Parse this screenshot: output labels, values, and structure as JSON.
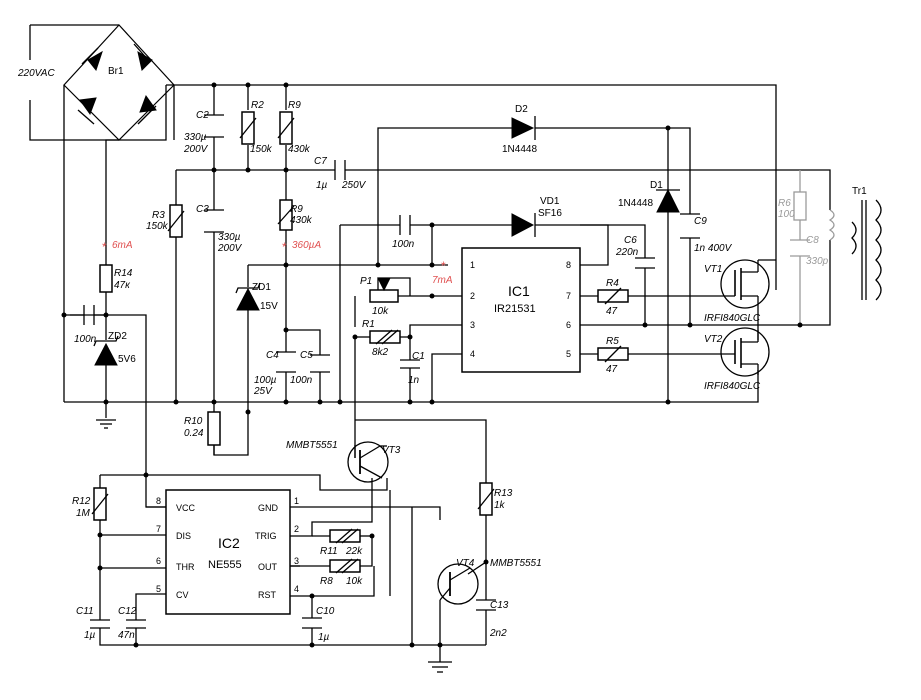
{
  "labels": {
    "mains": "220VAC",
    "br1": "Br1",
    "tr1": "Tr1",
    "ic1": {
      "ref": "IC1",
      "name": "IR21531",
      "pins": [
        "1",
        "2",
        "3",
        "4",
        "8",
        "7",
        "6",
        "5"
      ]
    },
    "ic2": {
      "ref": "IC2",
      "name": "NE555",
      "left_pins": [
        {
          "num": "8",
          "name": "VCC"
        },
        {
          "num": "7",
          "name": "DIS"
        },
        {
          "num": "6",
          "name": "THR"
        },
        {
          "num": "5",
          "name": "CV"
        }
      ],
      "right_pins": [
        {
          "num": "1",
          "name": "GND"
        },
        {
          "num": "2",
          "name": "TRIG"
        },
        {
          "num": "3",
          "name": "OUT"
        },
        {
          "num": "4",
          "name": "RST"
        }
      ]
    },
    "c2": {
      "ref": "C2",
      "val1": "330µ",
      "val2": "200V"
    },
    "r2": {
      "ref": "R2",
      "val": "150k"
    },
    "r9a": {
      "ref": "R9",
      "val": "430k"
    },
    "c7": {
      "ref": "C7",
      "val1": "1µ",
      "val2": "250V"
    },
    "d2": {
      "ref": "D2",
      "val": "1N4448"
    },
    "d1": {
      "ref": "D1",
      "val": "1N4448"
    },
    "r3": {
      "ref": "R3",
      "val": "150k"
    },
    "c3": {
      "ref": "C3",
      "val1": "330µ",
      "val2": "200V"
    },
    "r9b": {
      "ref": "R9",
      "val": "430k"
    },
    "c_100n_top": {
      "val": "100n"
    },
    "vd1": {
      "ref": "VD1",
      "val": "SF16"
    },
    "c6": {
      "ref": "C6",
      "val": "220n"
    },
    "c9": {
      "ref": "C9",
      "val": "1n 400V"
    },
    "r6": {
      "ref": "R6",
      "val": "100"
    },
    "c8": {
      "ref": "C8",
      "val": "330p"
    },
    "vt1": {
      "ref": "VT1",
      "val": "IRFI840GLC"
    },
    "vt2": {
      "ref": "VT2",
      "val": "IRFI840GLC"
    },
    "r4": {
      "ref": "R4",
      "val": "47"
    },
    "r5": {
      "ref": "R5",
      "val": "47"
    },
    "p1": {
      "ref": "P1",
      "val": "10k"
    },
    "r1": {
      "ref": "R1",
      "val": "8k2"
    },
    "c1": {
      "ref": "C1",
      "val": "1n"
    },
    "zd1": {
      "ref": "ZD1",
      "val": "15V"
    },
    "c4": {
      "ref": "C4",
      "val1": "100µ",
      "val2": "25V"
    },
    "c5": {
      "ref": "C5",
      "val": "100n"
    },
    "r14": {
      "ref": "R14",
      "val": "47к"
    },
    "zd2": {
      "ref": "ZD2",
      "val": "5V6"
    },
    "c_100n_left": {
      "val": "100n"
    },
    "r10": {
      "ref": "R10",
      "val": "0.24"
    },
    "vt3": {
      "ref": "VT3",
      "val": "MMBT5551"
    },
    "vt4": {
      "ref": "VT4",
      "val": "MMBT5551"
    },
    "r12": {
      "ref": "R12",
      "val": "1M"
    },
    "r13": {
      "ref": "R13",
      "val": "1k"
    },
    "r11": {
      "ref": "R11",
      "val": "22k"
    },
    "r8": {
      "ref": "R8",
      "val": "10k"
    },
    "c10": {
      "ref": "C10",
      "val": "1µ"
    },
    "c11": {
      "ref": "C11",
      "val": "1µ"
    },
    "c12": {
      "ref": "C12",
      "val": "47n"
    },
    "c13": {
      "ref": "C13",
      "val": "2n2"
    },
    "current_6ma": "6mA",
    "current_360ua": "360µA",
    "current_7ma": "7mA"
  },
  "colors": {
    "wire": "#000000",
    "secondary": "#9a9a9a",
    "annotation": "#e05050"
  }
}
